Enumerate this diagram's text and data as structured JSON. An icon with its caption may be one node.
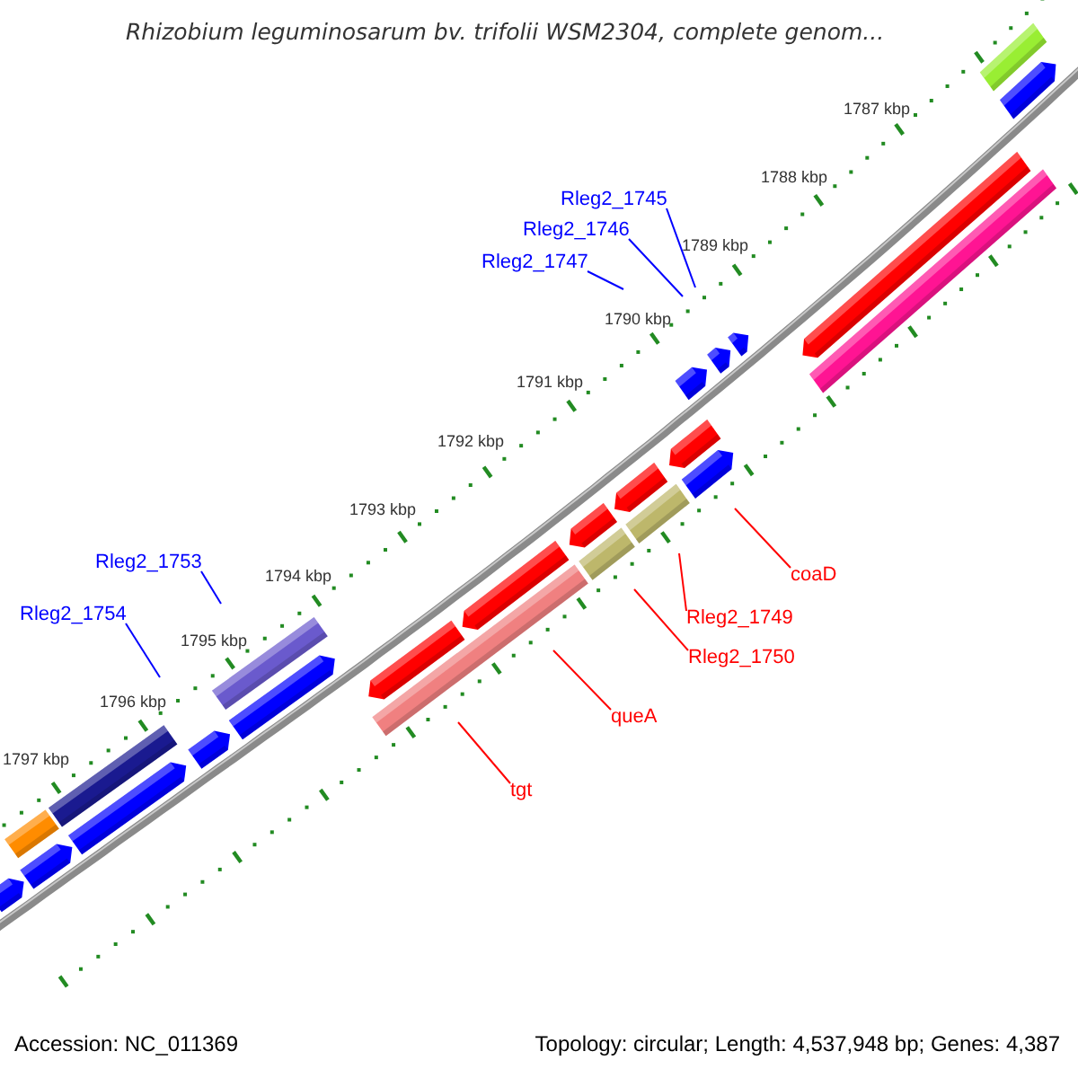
{
  "diagram": {
    "title": "Rhizobium leguminosarum bv. trifolii WSM2304, complete genom...",
    "nodes": [
      {
        "text": [
          "Rleg2_1745"
        ]
      },
      {
        "text": [
          "Rleg2_1746"
        ]
      },
      {
        "text": [
          "Rleg2_1747"
        ]
      },
      {
        "text": [
          "Rleg2_1753"
        ]
      },
      {
        "text": [
          "coaD"
        ]
      },
      {
        "text": [
          "Rleg2_1754"
        ]
      },
      {
        "text": [
          "Rleg2_1749"
        ]
      },
      {
        "text": [
          "Rleg2_1750"
        ]
      },
      {
        "text": [
          "queA"
        ]
      },
      {
        "text": [
          "tgt"
        ]
      }
    ],
    "edges": [
      {
        "from": 0,
        "to": null,
        "arrow": "none",
        "color": "#0000ff"
      },
      {
        "from": 1,
        "to": null,
        "arrow": "none",
        "color": "#0000ff"
      },
      {
        "from": 2,
        "to": null,
        "arrow": "none",
        "color": "#0000ff"
      },
      {
        "from": 3,
        "to": null,
        "arrow": "none",
        "color": "#0000ff"
      },
      {
        "from": 4,
        "to": null,
        "arrow": "none",
        "color": "#ff0000"
      },
      {
        "from": 5,
        "to": null,
        "arrow": "none",
        "color": "#0000ff"
      },
      {
        "from": 6,
        "to": null,
        "arrow": "none",
        "color": "#ff0000"
      },
      {
        "from": 7,
        "to": null,
        "arrow": "none",
        "color": "#ff0000"
      },
      {
        "from": 8,
        "to": null,
        "arrow": "none",
        "color": "#ff0000"
      },
      {
        "from": 9,
        "to": null,
        "arrow": "none",
        "color": "#ff0000"
      }
    ],
    "labels": [
      "1787 kbp",
      "1788 kbp",
      "1789 kbp",
      "1790 kbp",
      "1791 kbp",
      "1792 kbp",
      "1793 kbp",
      "1794 kbp",
      "1795 kbp",
      "1796 kbp",
      "1797 kbp",
      "Accession: NC_011369",
      "Topology: circular; Length: 4,537,948 bp; Genes: 4,387"
    ]
  }
}
